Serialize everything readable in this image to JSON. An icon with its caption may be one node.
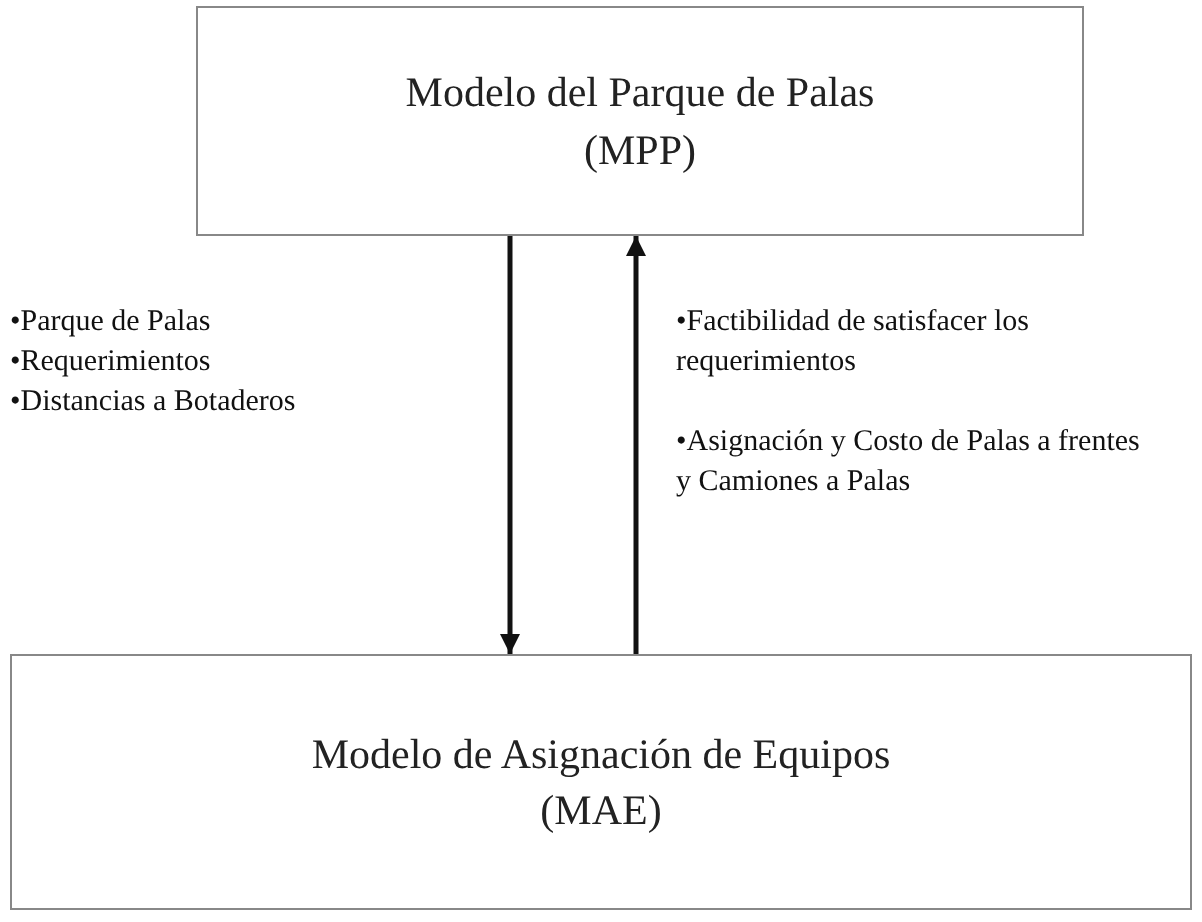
{
  "diagram": {
    "nodes": [
      {
        "text": [
          "Modelo del Parque de Palas",
          "(MPP)"
        ]
      },
      {
        "text": [
          "Modelo de Asignación de Equipos",
          "(MAE)"
        ]
      }
    ],
    "edges": [
      {
        "from": 0,
        "to": 1,
        "arrow": "to"
      },
      {
        "from": 1,
        "to": 0,
        "arrow": "to"
      }
    ],
    "labels": [
      "•Parque de Palas",
      "•Requerimientos",
      "•Distancias a Botaderos",
      "•Factibilidad de satisfacer los requerimientos",
      "•Asignación y Costo de Palas a frentes y Camiones a Palas"
    ]
  }
}
